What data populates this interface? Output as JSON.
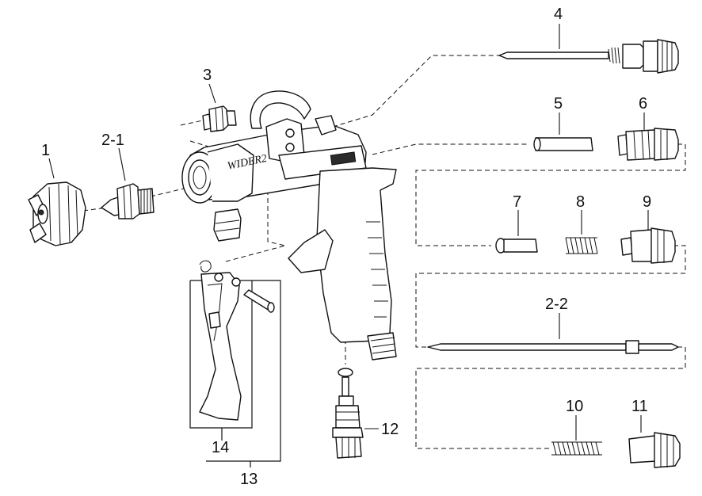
{
  "brand_text": "WIDER2",
  "callouts": {
    "p1": "1",
    "p2_1": "2-1",
    "p2_2": "2-2",
    "p3": "3",
    "p4": "4",
    "p5": "5",
    "p6": "6",
    "p7": "7",
    "p8": "8",
    "p9": "9",
    "p10": "10",
    "p11": "11",
    "p12": "12",
    "p13": "13",
    "p14": "14"
  },
  "colors": {
    "ink": "#111111",
    "paper": "#ffffff"
  }
}
